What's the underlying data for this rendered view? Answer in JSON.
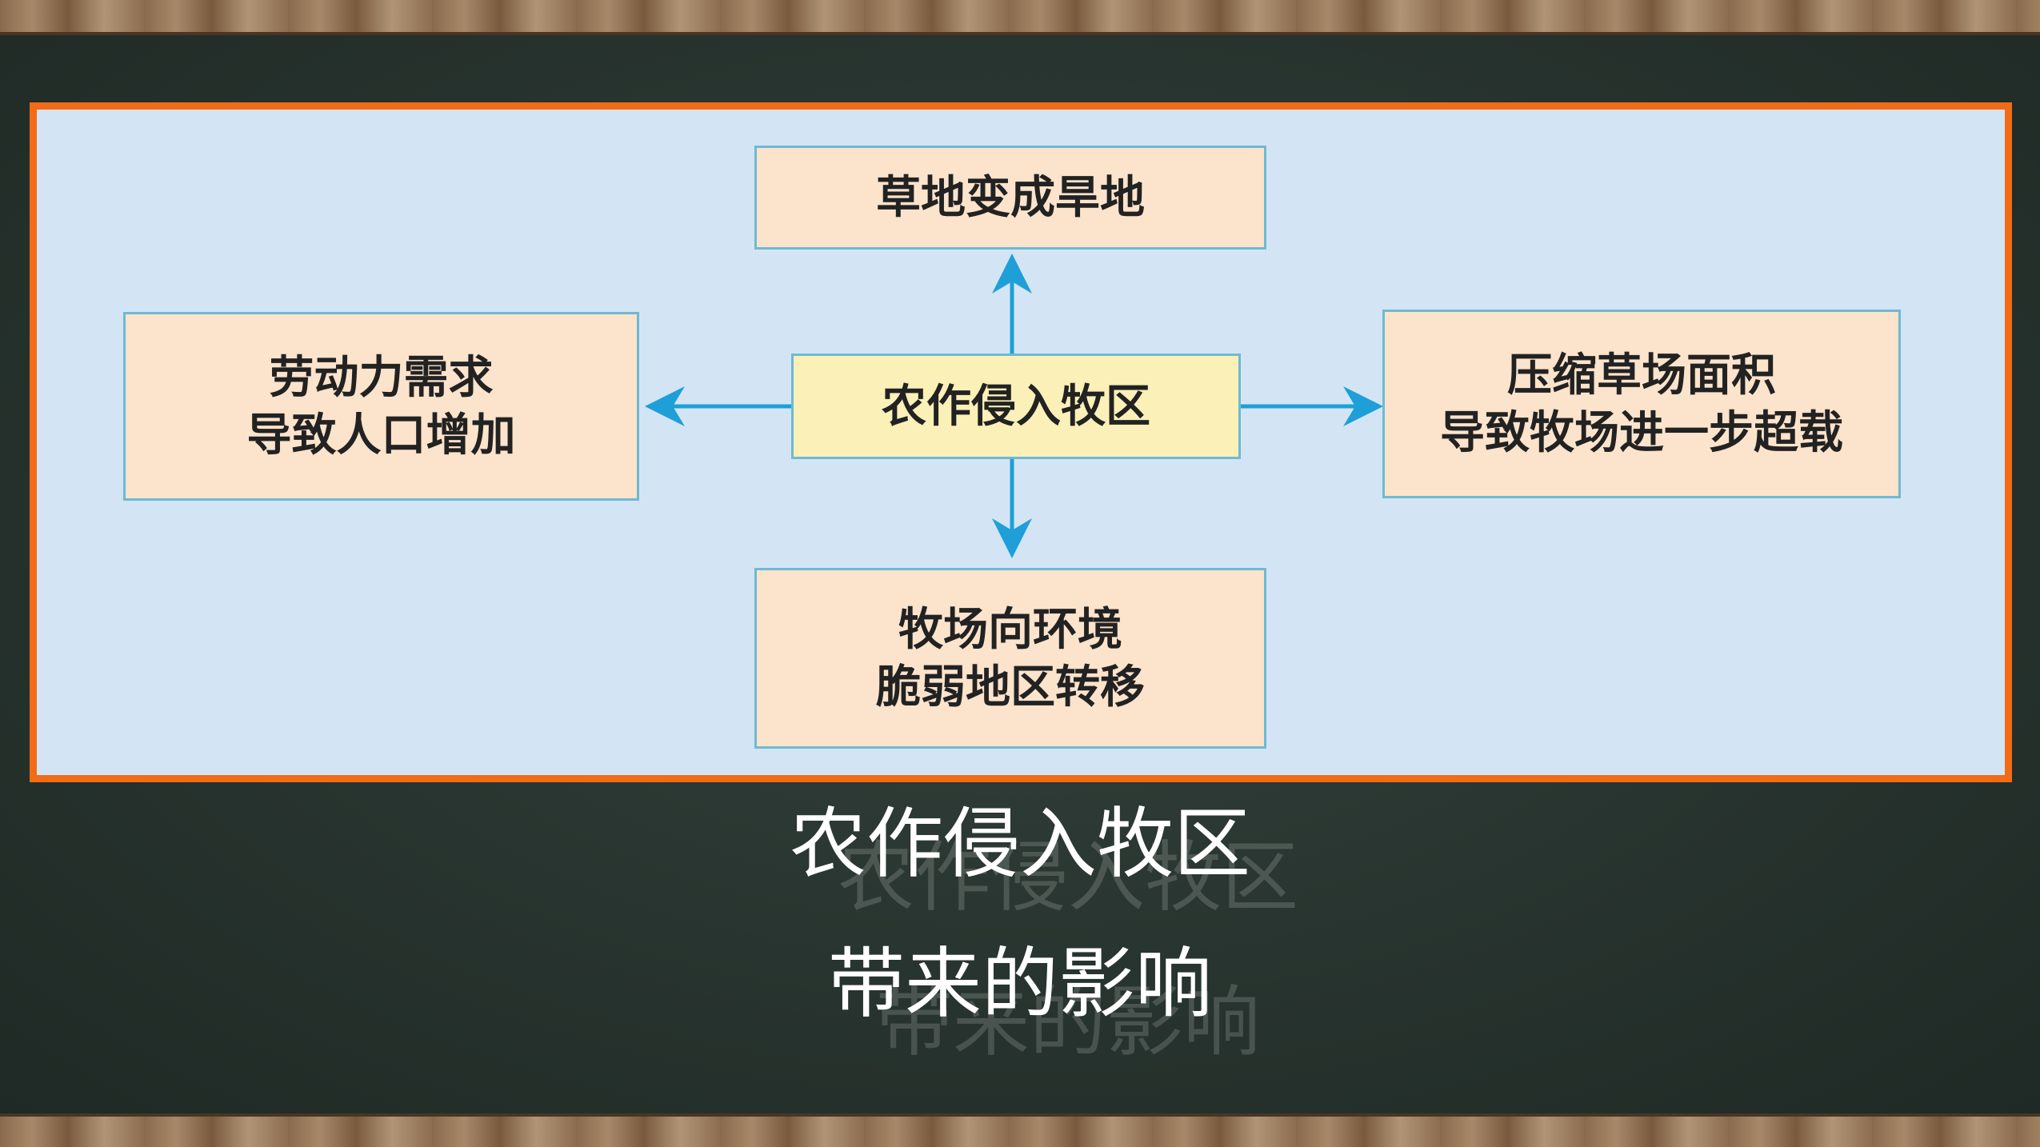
{
  "diagram": {
    "center": "农作侵入牧区",
    "top": "草地变成旱地",
    "left": [
      "劳动力需求",
      "导致人口增加"
    ],
    "right": [
      "压缩草场面积",
      "导致牧场进一步超载"
    ],
    "bottom": [
      "牧场向环境",
      "脆弱地区转移"
    ],
    "arrow_color": "#1e9fd8"
  },
  "caption": {
    "line1": "农作侵入牧区",
    "line2": "带来的影响"
  },
  "colors": {
    "frame_border": "#f26b16",
    "frame_fill": "#d3e5f5",
    "box_fill": "#fbe3cc",
    "center_fill": "#faf0b8",
    "box_border": "#6fb9d3",
    "board": "#26332f"
  }
}
